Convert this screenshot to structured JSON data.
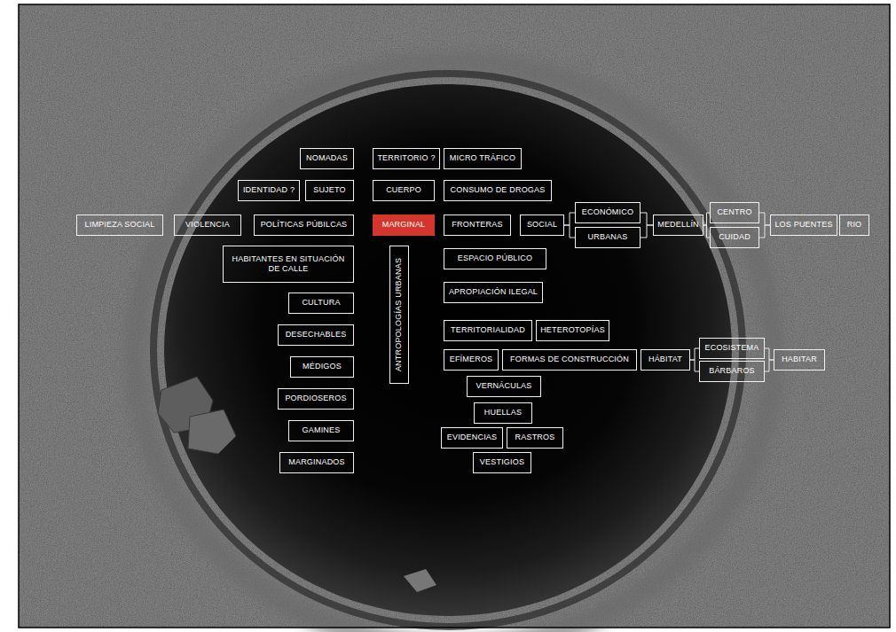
{
  "diagram": {
    "nodes": [
      {
        "text": [
          "NOMADAS"
        ]
      },
      {
        "text": [
          "TERRITORIO ?"
        ]
      },
      {
        "text": [
          "MICRO TRÁFICO"
        ]
      },
      {
        "text": [
          "IDENTIDAD ?"
        ]
      },
      {
        "text": [
          "SUJETO"
        ]
      },
      {
        "text": [
          "CUERPO"
        ]
      },
      {
        "text": [
          "CONSUMO DE DROGAS"
        ]
      },
      {
        "text": [
          "ECONÓMICO"
        ]
      },
      {
        "text": [
          "CENTRO"
        ]
      },
      {
        "text": [
          "LIMPIEZA SOCIAL"
        ]
      },
      {
        "text": [
          "VIOLENCIA"
        ]
      },
      {
        "text": [
          "POLÍTICAS PÚBILCAS"
        ]
      },
      {
        "text": [
          "MARGINAL"
        ]
      },
      {
        "text": [
          "FRONTERAS"
        ]
      },
      {
        "text": [
          "SOCIAL"
        ]
      },
      {
        "text": [
          "MEDELLÍN"
        ]
      },
      {
        "text": [
          "LOS PUENTES"
        ]
      },
      {
        "text": [
          "RIO"
        ]
      },
      {
        "text": [
          "URBANAS"
        ]
      },
      {
        "text": [
          "CUIDAD"
        ]
      },
      {
        "text": [
          "HABITANTES EN SITUACIÓN DE CALLE"
        ]
      },
      {
        "text": [
          "ANTROPOLOGÍAS URBANAS"
        ]
      },
      {
        "text": [
          "ESPACIO PÚBLICO"
        ]
      },
      {
        "text": [
          "APROPIACIÓN ILEGAL"
        ]
      },
      {
        "text": [
          "CULTURA"
        ]
      },
      {
        "text": [
          "DESECHABLES"
        ]
      },
      {
        "text": [
          "TERRITORIALIDAD"
        ]
      },
      {
        "text": [
          "HETEROTOPÍAS"
        ]
      },
      {
        "text": [
          "ECOSISTEMA"
        ]
      },
      {
        "text": [
          "EFÍMEROS"
        ]
      },
      {
        "text": [
          "FORMAS DE CONSTRUCCIÓN"
        ]
      },
      {
        "text": [
          "HÁBITAT"
        ]
      },
      {
        "text": [
          "HABITAR"
        ]
      },
      {
        "text": [
          "MÉDIGOS"
        ]
      },
      {
        "text": [
          "BÁRBAROS"
        ]
      },
      {
        "text": [
          "VERNÁCULAS"
        ]
      },
      {
        "text": [
          "PORDIOSEROS"
        ]
      },
      {
        "text": [
          "HUELLAS"
        ]
      },
      {
        "text": [
          "GAMINES"
        ]
      },
      {
        "text": [
          "EVIDENCIAS"
        ]
      },
      {
        "text": [
          "RASTROS"
        ]
      },
      {
        "text": [
          "VESTIGIOS"
        ]
      },
      {
        "text": [
          "MARGINADOS"
        ]
      }
    ],
    "edges": [
      {
        "from": 14,
        "to": 7,
        "arrow": "none"
      },
      {
        "from": 14,
        "to": 18,
        "arrow": "none"
      },
      {
        "from": 7,
        "to": 15,
        "arrow": "none"
      },
      {
        "from": 18,
        "to": 15,
        "arrow": "none"
      },
      {
        "from": 15,
        "to": 8,
        "arrow": "none"
      },
      {
        "from": 15,
        "to": 19,
        "arrow": "none"
      },
      {
        "from": 8,
        "to": 16,
        "arrow": "none"
      },
      {
        "from": 19,
        "to": 16,
        "arrow": "none"
      },
      {
        "from": 31,
        "to": 28,
        "arrow": "none"
      },
      {
        "from": 31,
        "to": 34,
        "arrow": "none"
      },
      {
        "from": 28,
        "to": 32,
        "arrow": "none"
      },
      {
        "from": 34,
        "to": 32,
        "arrow": "none"
      }
    ]
  }
}
